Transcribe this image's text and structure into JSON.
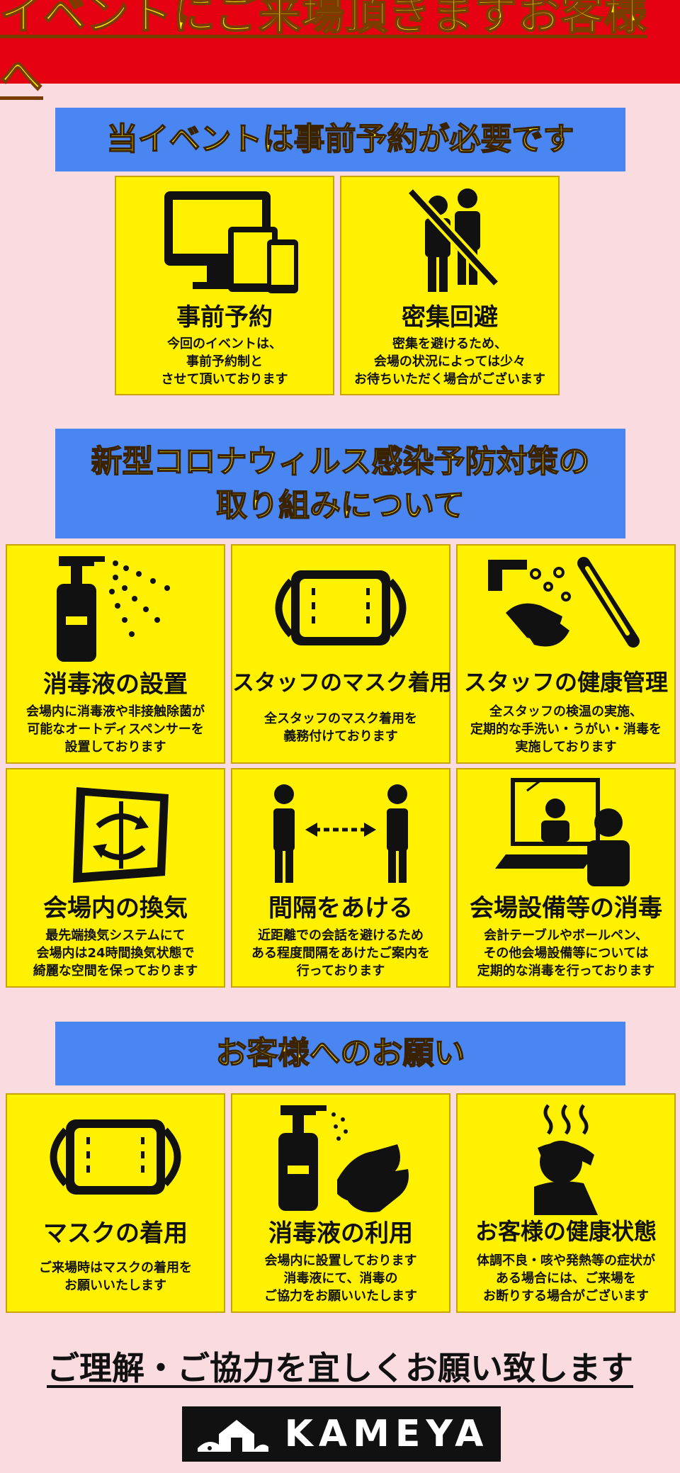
{
  "banner": {
    "title": "イベントにご来場頂きますお客様へ"
  },
  "colors": {
    "banner": "#e50012",
    "banner_text": "#fff100",
    "header_bg": "#4a86f2",
    "card_bg": "#fff100",
    "page_bg": "#fadbe0"
  },
  "section1": {
    "heading": "当イベントは事前予約が必要です",
    "cards": [
      {
        "icon": "devices-icon",
        "title": "事前予約",
        "lines": [
          "今回のイベントは、",
          "事前予約制と",
          "させて頂いております"
        ]
      },
      {
        "icon": "no-crowding-icon",
        "title": "密集回避",
        "lines": [
          "密集を避けるため、",
          "会場の状況によっては少々",
          "お待ちいただく場合がございます"
        ]
      }
    ]
  },
  "section2": {
    "heading_lines": [
      "新型コロナウィルス感染予防対策の",
      "取り組みについて"
    ],
    "cards": [
      {
        "icon": "sanitizer-spray-icon",
        "title": "消毒液の設置",
        "lines": [
          "会場内に消毒液や非接触除菌が",
          "可能なオートディスペンサーを",
          "設置しております"
        ]
      },
      {
        "icon": "mask-icon",
        "title": "スタッフのマスク着用",
        "lines": [
          "全スタッフのマスク着用を",
          "義務付けております"
        ]
      },
      {
        "icon": "handwash-thermometer-icon",
        "title": "スタッフの健康管理",
        "lines": [
          "全スタッフの検温の実施、",
          "定期的な手洗い・うがい・消毒を",
          "実施しております"
        ]
      },
      {
        "icon": "ventilation-icon",
        "title": "会場内の換気",
        "lines": [
          "最先端換気システムにて",
          "会場内は24時間換気状態で",
          "綺麗な空間を保っております"
        ]
      },
      {
        "icon": "distance-icon",
        "title": "間隔をあける",
        "lines": [
          "近距離での会話を避けるため",
          "ある程度間隔をあけたご案内を",
          "行っております"
        ]
      },
      {
        "icon": "partition-desk-icon",
        "title": "会場設備等の消毒",
        "lines": [
          "会計テーブルやボールペン、",
          "その他会場設備等については",
          "定期的な消毒を行っております"
        ]
      }
    ]
  },
  "section3": {
    "heading": "お客様へのお願い",
    "cards": [
      {
        "icon": "mask-icon",
        "title": "マスクの着用",
        "lines": [
          "ご来場時はマスクの着用を",
          "お願いいたします"
        ]
      },
      {
        "icon": "sanitizer-hands-icon",
        "title": "消毒液の利用",
        "lines": [
          "会場内に設置しております",
          "消毒液にて、消毒の",
          "ご協力をお願いいたします"
        ]
      },
      {
        "icon": "fever-icon",
        "title": "お客様の健康状態",
        "lines": [
          "体調不良・咳や発熱等の症状が",
          "ある場合には、ご来場を",
          "お断りする場合がございます"
        ]
      }
    ]
  },
  "closing": "ご理解・ご協力を宜しくお願い致します",
  "logo": {
    "text": "KAMEYA",
    "icon": "house-logo-icon"
  }
}
